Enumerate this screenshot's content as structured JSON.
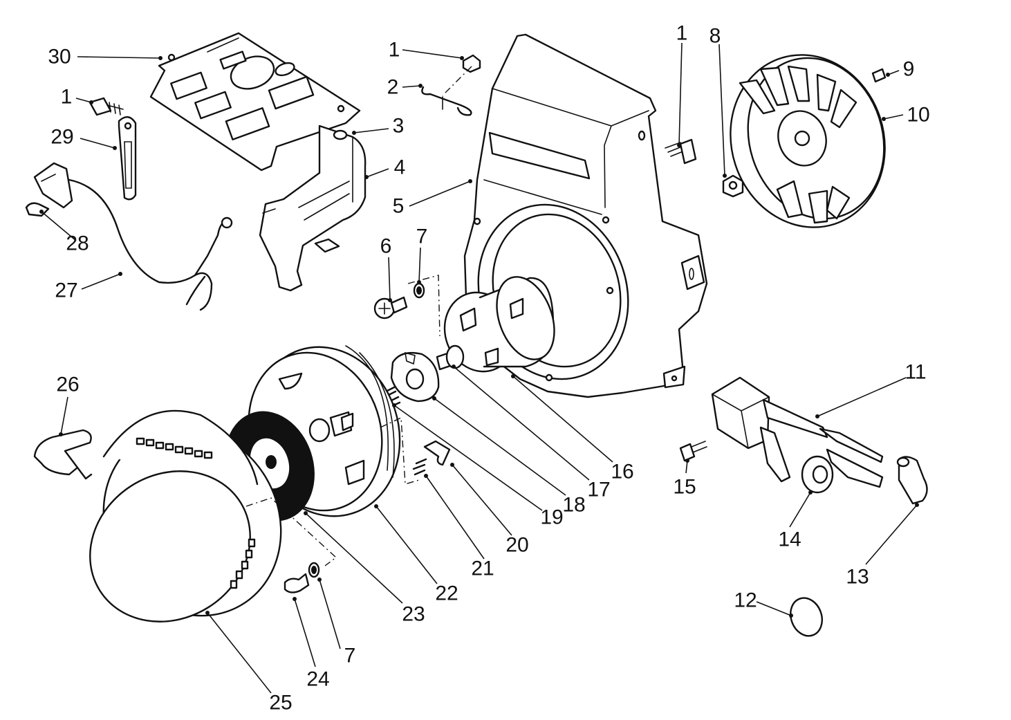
{
  "diagram": {
    "callouts": [
      {
        "id": "1a",
        "label": "1"
      },
      {
        "id": "1b",
        "label": "1"
      },
      {
        "id": "1c",
        "label": "1"
      },
      {
        "id": "2",
        "label": "2"
      },
      {
        "id": "3",
        "label": "3"
      },
      {
        "id": "4",
        "label": "4"
      },
      {
        "id": "5",
        "label": "5"
      },
      {
        "id": "6",
        "label": "6"
      },
      {
        "id": "7a",
        "label": "7"
      },
      {
        "id": "7b",
        "label": "7"
      },
      {
        "id": "8",
        "label": "8"
      },
      {
        "id": "9",
        "label": "9"
      },
      {
        "id": "10",
        "label": "10"
      },
      {
        "id": "11",
        "label": "11"
      },
      {
        "id": "12",
        "label": "12"
      },
      {
        "id": "13",
        "label": "13"
      },
      {
        "id": "14",
        "label": "14"
      },
      {
        "id": "15",
        "label": "15"
      },
      {
        "id": "16",
        "label": "16"
      },
      {
        "id": "17",
        "label": "17"
      },
      {
        "id": "18",
        "label": "18"
      },
      {
        "id": "19",
        "label": "19"
      },
      {
        "id": "20",
        "label": "20"
      },
      {
        "id": "21",
        "label": "21"
      },
      {
        "id": "22",
        "label": "22"
      },
      {
        "id": "23",
        "label": "23"
      },
      {
        "id": "24",
        "label": "24"
      },
      {
        "id": "25",
        "label": "25"
      },
      {
        "id": "26",
        "label": "26"
      },
      {
        "id": "27",
        "label": "27"
      },
      {
        "id": "28",
        "label": "28"
      },
      {
        "id": "29",
        "label": "29"
      },
      {
        "id": "30",
        "label": "30"
      }
    ]
  }
}
